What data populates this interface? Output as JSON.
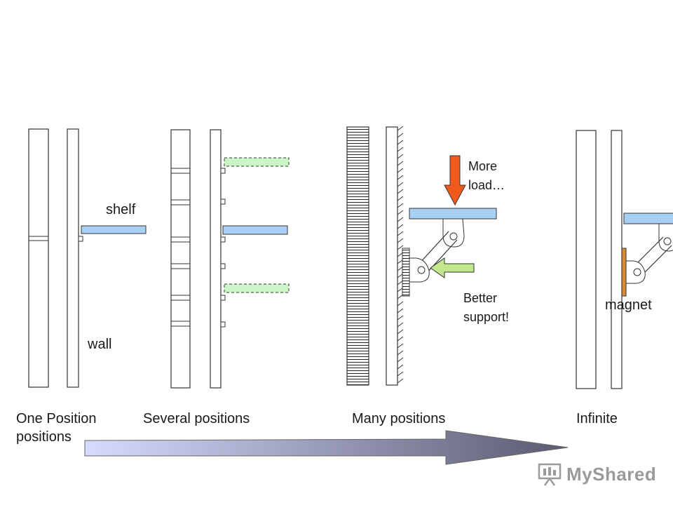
{
  "labels": {
    "shelf": "shelf",
    "wall": "wall",
    "more_load": [
      "More",
      "load…"
    ],
    "better_support": [
      "Better",
      "support!"
    ],
    "magnet": "magnet"
  },
  "stages": [
    {
      "line1": "One Position",
      "line2": "positions"
    },
    {
      "line1": "Several positions"
    },
    {
      "line1": "Many positions"
    },
    {
      "line1": "Infinite"
    }
  ],
  "logo": {
    "text": "MyShared",
    "icon": "presentation-board-icon"
  },
  "colors": {
    "shelf": "#a8d0f4",
    "shelf_ghost": "#ccf5c8",
    "load_arrow": "#f05a1e",
    "support_arrow": "#c4e68c",
    "magnet": "#d8893a",
    "progress_arrow_start": "#d6dcff",
    "progress_arrow_end": "#5a5a70"
  }
}
